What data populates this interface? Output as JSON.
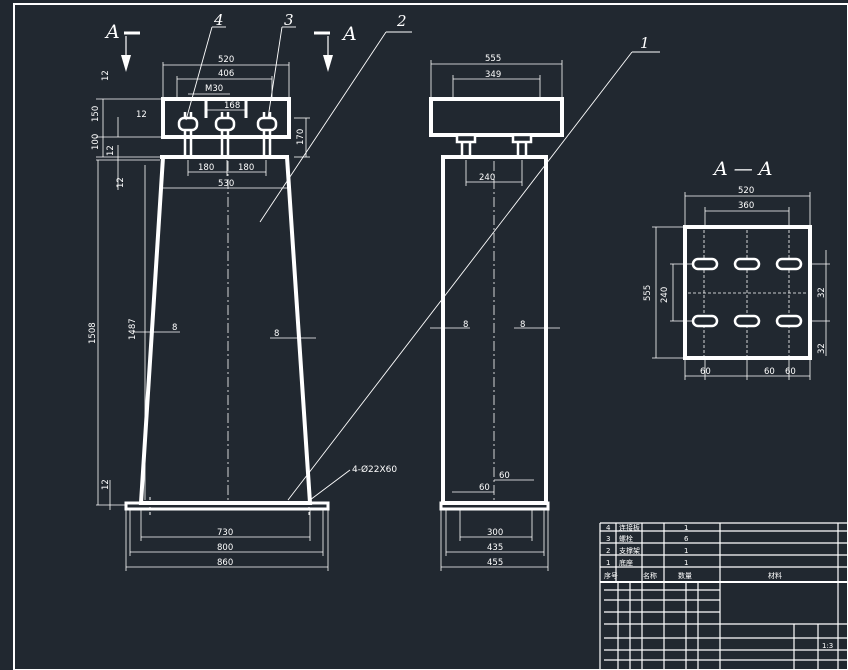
{
  "section": {
    "marker_left": "A",
    "marker_right": "A",
    "view_title": "A — A"
  },
  "leaders": {
    "n1": "1",
    "n2": "2",
    "n3": "3",
    "n4": "4",
    "hole_note": "4-Ø22X60"
  },
  "front_view": {
    "dim_520": "520",
    "dim_406": "406",
    "dim_M30": "M30",
    "dim_168": "168",
    "dim_12_top": "12",
    "dim_12_side": "12",
    "dim_150": "150",
    "dim_100": "100",
    "dim_12_mid": "12",
    "dim_12_left": "12",
    "dim_170": "170",
    "dim_180_a": "180",
    "dim_180_b": "180",
    "dim_530": "530",
    "dim_1508": "1508",
    "dim_1487": "1487",
    "dim_8_left": "8",
    "dim_8_right": "8",
    "dim_12_bottom": "12",
    "dim_730": "730",
    "dim_800": "800",
    "dim_860": "860"
  },
  "side_view": {
    "dim_555": "555",
    "dim_349": "349",
    "dim_240": "240",
    "dim_8_left": "8",
    "dim_8_right": "8",
    "dim_60_a": "60",
    "dim_60_b": "60",
    "dim_300": "300",
    "dim_435": "435",
    "dim_455": "455"
  },
  "section_view": {
    "dim_520": "520",
    "dim_360": "360",
    "dim_555": "555",
    "dim_240": "240",
    "dim_32_a": "32",
    "dim_32_b": "32",
    "dim_60_a": "60",
    "dim_60_b": "60",
    "dim_60_c": "60"
  },
  "title_block": {
    "parts": [
      {
        "no": "4",
        "name": "连接板",
        "qty": "1"
      },
      {
        "no": "3",
        "name": "螺栓",
        "qty": "6"
      },
      {
        "no": "2",
        "name": "支撑架",
        "qty": "1"
      },
      {
        "no": "1",
        "name": "底座",
        "qty": "1"
      }
    ],
    "header": {
      "no": "序号",
      "name": "名称",
      "qty": "数量",
      "material": "材料"
    },
    "ratio": "1:3"
  }
}
